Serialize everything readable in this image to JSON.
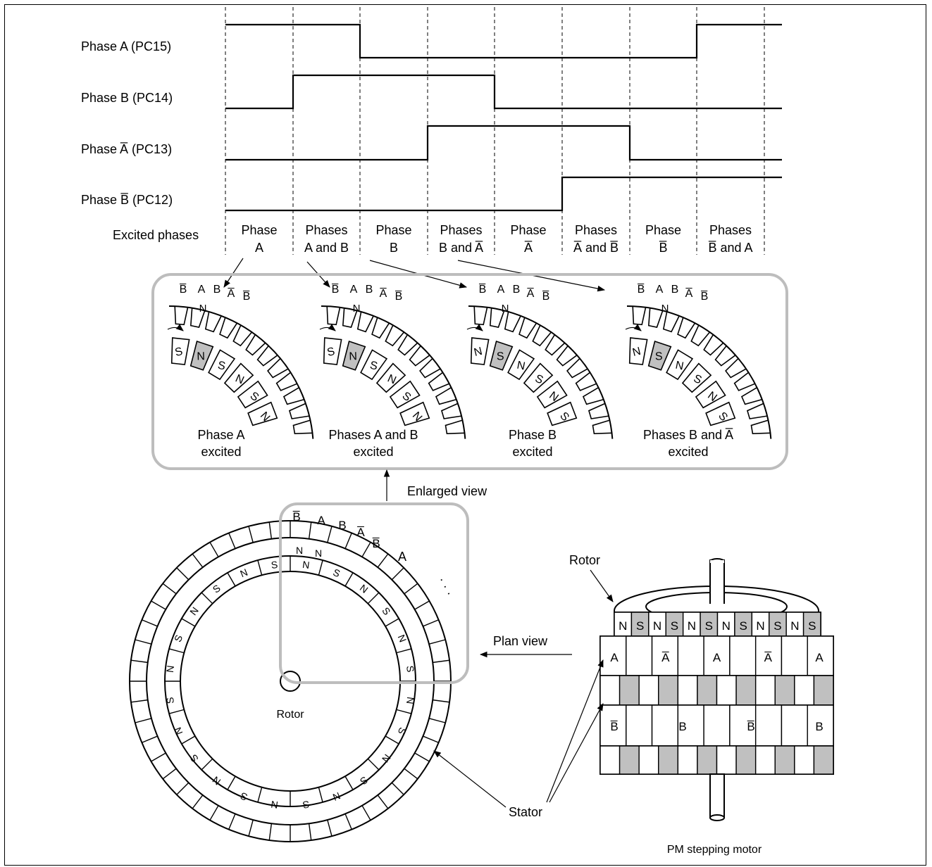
{
  "timing": {
    "signals": [
      {
        "label": "Phase A (PC15)",
        "levels": [
          1,
          1,
          0,
          0,
          0,
          0,
          0,
          1
        ]
      },
      {
        "label": "Phase B (PC14)",
        "levels": [
          0,
          1,
          1,
          1,
          0,
          0,
          0,
          0
        ]
      },
      {
        "label": "Phase A̅ (PC13)",
        "levels": [
          0,
          0,
          0,
          1,
          1,
          1,
          0,
          0
        ]
      },
      {
        "label": "Phase B̅ (PC12)",
        "levels": [
          0,
          0,
          0,
          0,
          0,
          1,
          1,
          1
        ]
      }
    ],
    "excited_label": "Excited phases",
    "steps": [
      {
        "line1": "Phase",
        "line2": "A"
      },
      {
        "line1": "Phases",
        "line2": "A and B"
      },
      {
        "line1": "Phase",
        "line2": "B"
      },
      {
        "line1": "Phases",
        "line2": "B and A̅"
      },
      {
        "line1": "Phase",
        "line2": "A̅"
      },
      {
        "line1": "Phases",
        "line2": "A̅ and B̅"
      },
      {
        "line1": "Phase",
        "line2": "B̅"
      },
      {
        "line1": "Phases",
        "line2": "B̅ and A"
      }
    ]
  },
  "enlarged": {
    "pole_labels": [
      "B̅",
      "A",
      "B",
      "A̅",
      "B̅"
    ],
    "panels": [
      {
        "caption1": "Phase A",
        "caption2": "excited"
      },
      {
        "caption1": "Phases A and B",
        "caption2": "excited"
      },
      {
        "caption1": "Phase B",
        "caption2": "excited"
      },
      {
        "caption1": "Phases B and A̅",
        "caption2": "excited"
      }
    ],
    "view_label": "Enlarged view"
  },
  "plan": {
    "top_labels": [
      "B̅",
      "A",
      "B",
      "A̅",
      "B̅",
      "A"
    ],
    "ellipsis": "· · ·",
    "rotor_label": "Rotor",
    "view_label": "Plan view",
    "pole_N": "N",
    "pole_S": "S"
  },
  "motor": {
    "rotor_label": "Rotor",
    "stator_label": "Stator",
    "caption": "PM stepping motor",
    "band1": [
      "N",
      "S",
      "N",
      "S",
      "N",
      "S",
      "N",
      "S",
      "N",
      "S",
      "N",
      "S"
    ],
    "band2": [
      "A",
      "A̅",
      "A",
      "A̅",
      "A"
    ],
    "band4": [
      "B̅",
      "B",
      "B̅",
      "B"
    ]
  },
  "colors": {
    "gray": "#c0c0c0",
    "line": "#000000",
    "box": "#bdbdbd"
  }
}
